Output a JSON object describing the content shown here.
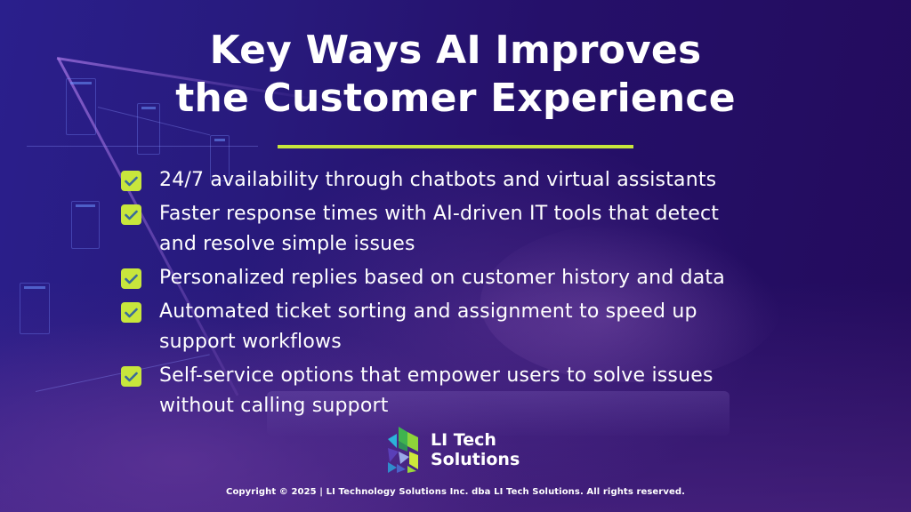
{
  "title": {
    "line1": "Key Ways AI Improves",
    "line2": "the Customer Experience"
  },
  "bullets": [
    {
      "icon": "checkbox-checked-icon",
      "lines": [
        "24/7 availability through chatbots and virtual assistants"
      ]
    },
    {
      "icon": "checkbox-checked-icon",
      "lines": [
        "Faster response times with AI-driven IT tools that detect",
        "and resolve simple issues"
      ]
    },
    {
      "icon": "checkbox-checked-icon",
      "lines": [
        "Personalized replies based on customer history and data"
      ]
    },
    {
      "icon": "checkbox-checked-icon",
      "lines": [
        "Automated ticket sorting and assignment to speed up",
        "support workflows"
      ]
    },
    {
      "icon": "checkbox-checked-icon",
      "lines": [
        "Self-service options that empower users to solve issues",
        "without calling support"
      ]
    }
  ],
  "logo": {
    "icon": "li-tech-logo-icon",
    "line1": "LI Tech",
    "line2": "Solutions"
  },
  "footer": {
    "copyright": "Copyright © 2025 | LI Technology Solutions Inc. dba LI Tech Solutions. All rights reserved."
  },
  "colors": {
    "accent": "#c8e63c",
    "check_mark": "#3a6a9a",
    "background_top_left": "#2a1f8c",
    "background_top_right": "#230b5c",
    "background_bottom": "#4a2478",
    "text": "#ffffff"
  }
}
